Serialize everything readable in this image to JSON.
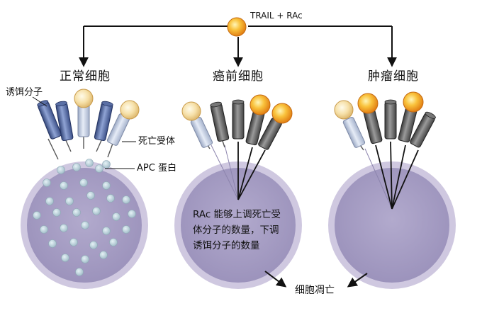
{
  "top": {
    "ligand_label": "TRAIL + RAc"
  },
  "cells": {
    "normal": {
      "title": "正常细胞"
    },
    "precancer": {
      "title": "癌前细胞"
    },
    "tumor": {
      "title": "肿瘤细胞"
    }
  },
  "annotations": {
    "decoy": "诱饵分子",
    "death_receptor": "死亡受体",
    "apc": "APC 蛋白",
    "mechanism_line1": "RAc 能够上调死亡受",
    "mechanism_line2": "体分子的数量，下调",
    "mechanism_line3": "诱饵分子的数量",
    "outcome": "细胞凋亡"
  },
  "colors": {
    "cell_fill": "#a79fc4",
    "cell_rim": "#cfc8e0",
    "decoy_receptor": "#6a7fb0",
    "death_receptor": "#6e6e6e",
    "ligand": "#f5a623",
    "apc_dot": "#bcd3dc"
  }
}
